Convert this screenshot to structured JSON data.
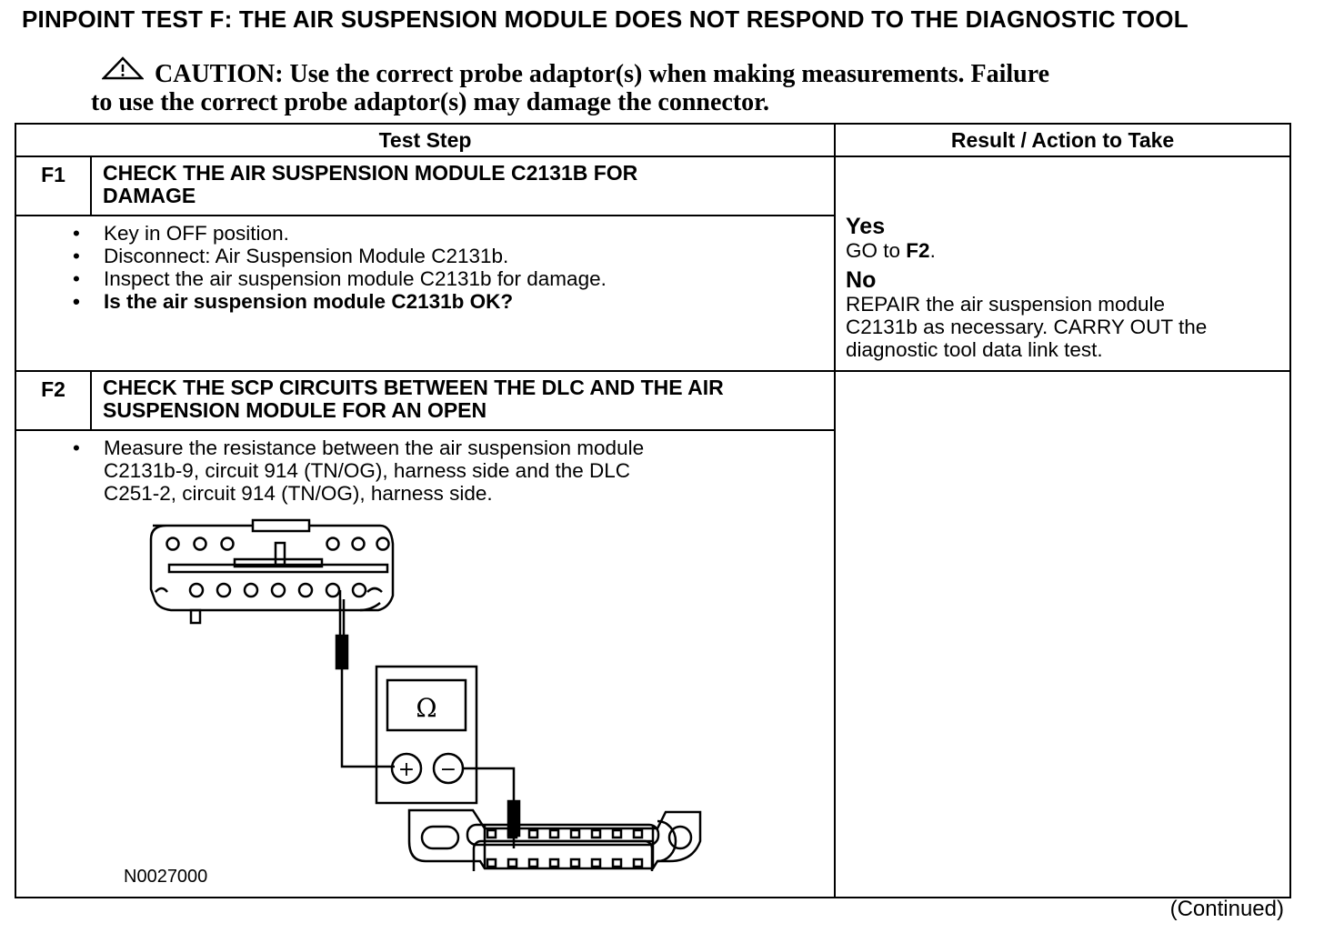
{
  "title": "PINPOINT TEST  F: THE AIR SUSPENSION MODULE DOES NOT RESPOND TO THE DIAGNOSTIC TOOL",
  "caution": {
    "icon": "warning-triangle-icon",
    "line1": "CAUTION: Use the correct probe adaptor(s) when making measurements. Failure",
    "line2": "to use the correct probe adaptor(s) may damage the connector."
  },
  "table": {
    "headers": {
      "test_step": "Test Step",
      "result": "Result / Action to Take"
    },
    "steps": [
      {
        "id": "F1",
        "heading_line1": "CHECK THE AIR SUSPENSION MODULE C2131B FOR",
        "heading_line2": "DAMAGE",
        "bullets": [
          "Key in OFF position.",
          "Disconnect: Air Suspension Module C2131b.",
          "Inspect the air suspension module C2131b for damage.",
          "Is the air suspension module C2131b OK?"
        ],
        "yes_label": "Yes",
        "yes_text": "GO to ",
        "yes_target": "F2",
        "no_label": "No",
        "no_line1": "REPAIR the air suspension module",
        "no_line2": "C2131b as necessary. CARRY OUT the",
        "no_line3": "diagnostic tool data link test."
      },
      {
        "id": "F2",
        "heading_line1": "CHECK THE SCP CIRCUITS BETWEEN THE DLC AND THE AIR",
        "heading_line2": "SUSPENSION MODULE FOR AN OPEN",
        "bullet_line1": "Measure the resistance between the air suspension module",
        "bullet_line2": "C2131b-9, circuit 914 (TN/OG), harness side and the DLC",
        "bullet_line3": "C251-2, circuit 914 (TN/OG), harness side.",
        "figure_id": "N0027000",
        "meter_symbol": "Ω",
        "plus_symbol": "+",
        "minus_symbol": "−"
      }
    ]
  },
  "continued": "(Continued)"
}
